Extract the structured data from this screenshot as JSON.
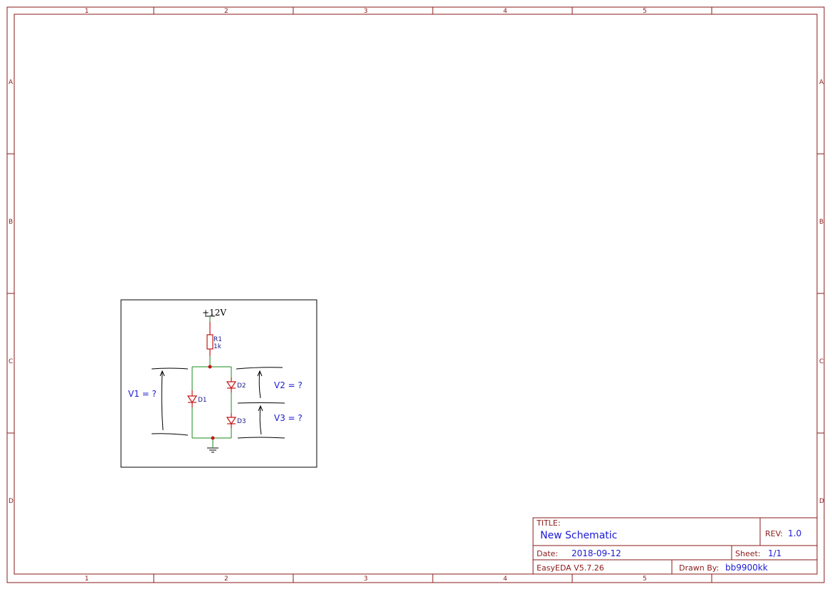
{
  "zones": {
    "columns": [
      "1",
      "2",
      "3",
      "4",
      "5"
    ],
    "rows": [
      "A",
      "B",
      "C",
      "D"
    ]
  },
  "title_block": {
    "title_label": "TITLE:",
    "title": "New Schematic",
    "rev_label": "REV:",
    "rev": "1.0",
    "date_label": "Date:",
    "date": "2018-09-12",
    "sheet_label": "Sheet:",
    "sheet": "1/1",
    "software": "EasyEDA V5.7.26",
    "drawn_by_label": "Drawn By:",
    "drawn_by": "bb9900kk"
  },
  "schematic": {
    "power": "+12V",
    "resistor": {
      "ref": "R1",
      "value": "1k"
    },
    "diodes": [
      "D1",
      "D2",
      "D3"
    ],
    "annotations": [
      "V1 = ?",
      "V2 = ?",
      "V3 = ?"
    ]
  }
}
